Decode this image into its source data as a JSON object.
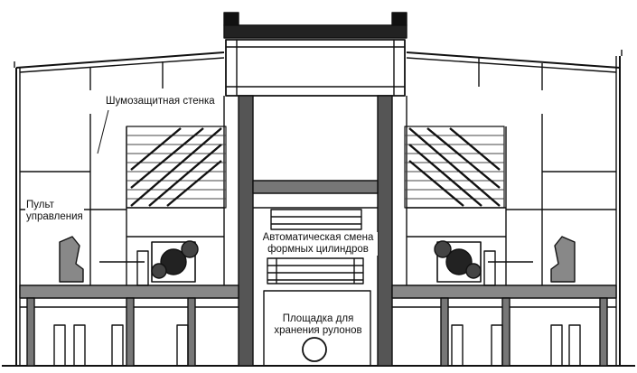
{
  "labels": {
    "noise_wall": "Шумозащитная стенка",
    "control_line1": "Пульт",
    "control_line2": "управления",
    "auto_change_line1": "Автоматическая смена",
    "auto_change_line2": "формных цилиндров",
    "storage_line1": "Площадка для",
    "storage_line2": "хранения рулонов"
  },
  "colors": {
    "ink": "#111111",
    "paper": "#ffffff",
    "hatch": "#555555",
    "fill": "#333333"
  }
}
